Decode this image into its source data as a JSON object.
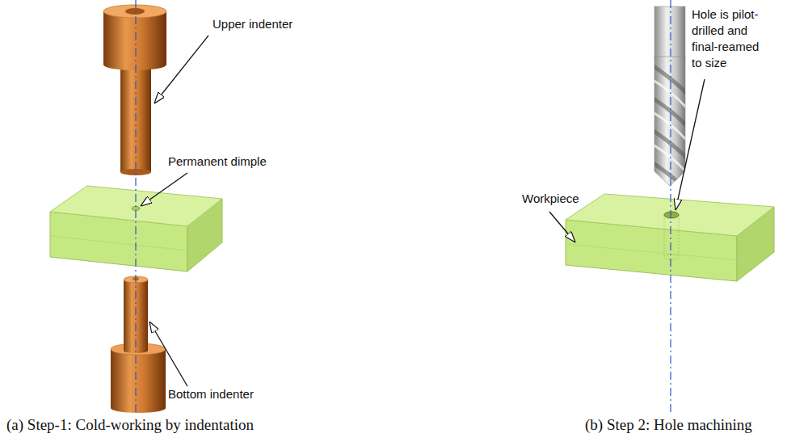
{
  "diagram": {
    "labels": [
      "Upper indenter",
      "Permanent dimple",
      "Bottom indenter",
      "(a) Step-1: Cold-working by indentation",
      "Workpiece",
      "Hole is pilot-drilled and final-reamed to size",
      "(b) Step 2: Hole machining"
    ]
  }
}
